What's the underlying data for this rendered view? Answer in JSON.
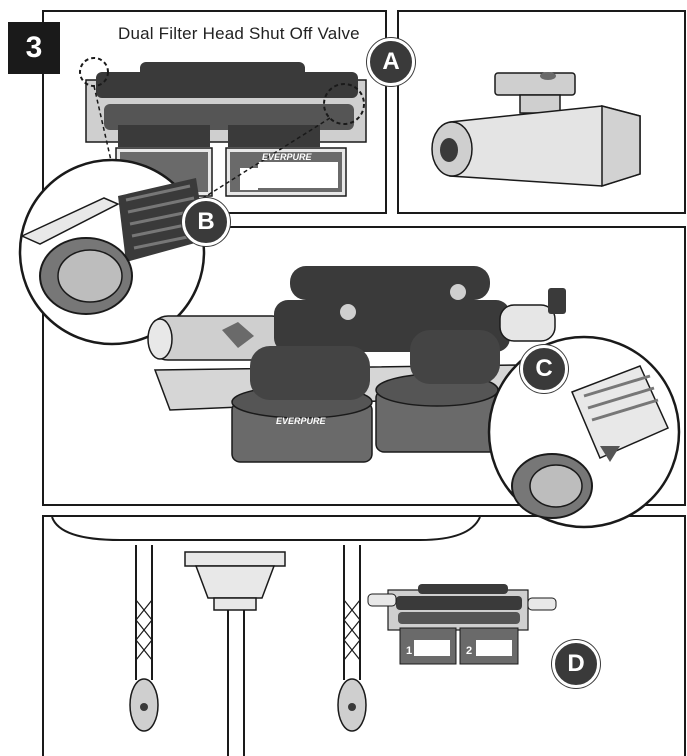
{
  "step": {
    "number": "3"
  },
  "title": "Dual Filter Head Shut Off Valve",
  "callouts": {
    "a": "A",
    "b": "B",
    "c": "C",
    "d": "D"
  },
  "brand": "EVERPURE",
  "canisters": {
    "first": "1",
    "second": "2"
  },
  "colors": {
    "ink": "#1a1a1a",
    "dark_part": "#3a3a3a",
    "mid_part": "#6a6a6a",
    "light_part": "#cfcfcf"
  }
}
